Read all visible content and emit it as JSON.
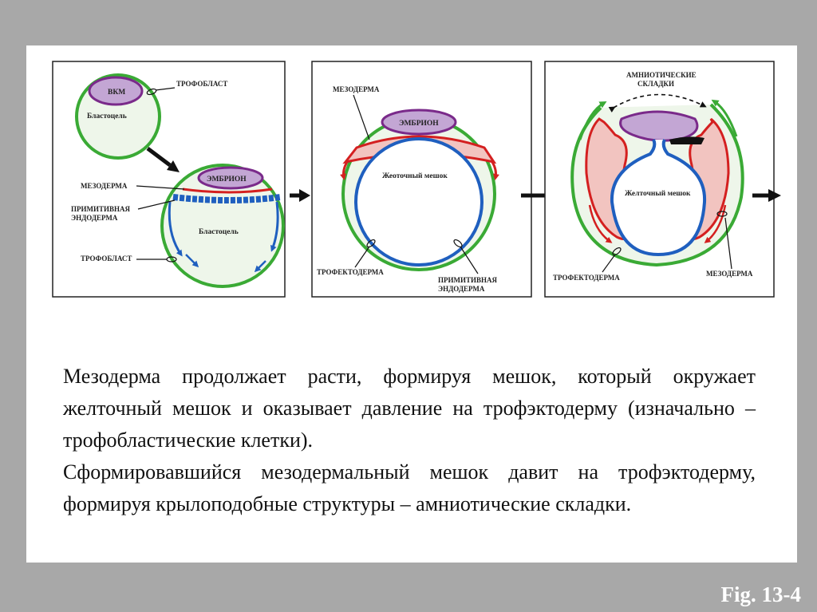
{
  "figure": {
    "panel1": {
      "icm": "ВКМ",
      "blastocoel_top": "Бластоцель",
      "trophoblast_top": "ТРОФОБЛАСТ",
      "embryo": "ЭМБРИОН",
      "mesoderm": "МЕЗОДЕРМА",
      "primitive_endoderm_1": "ПРИМИТИВНАЯ",
      "primitive_endoderm_2": "ЭНДОДЕРМА",
      "blastocoel_bottom": "Бластоцель",
      "trophoblast_bottom": "ТРОФОБЛАСТ"
    },
    "panel2": {
      "mesoderm": "МЕЗОДЕРМА",
      "embryo": "ЭМБРИОН",
      "yolk_sac": "Жеоточный мешок",
      "trophectoderm": "ТРОФЕКТОДЕРМА",
      "primitive_endoderm_1": "ПРИМИТИВНАЯ",
      "primitive_endoderm_2": "ЭНДОДЕРМА"
    },
    "panel3": {
      "amniotic_folds_1": "АМНИОТИЧЕСКИЕ",
      "amniotic_folds_2": "СКЛАДКИ",
      "yolk_sac": "Желточный мешок",
      "trophectoderm": "ТРОФЕКТОДЕРМА",
      "mesoderm": "МЕЗОДЕРМА"
    },
    "colors": {
      "trophoblast": "#3aaa35",
      "endoderm": "#1f5fbf",
      "mesoderm": "#d42020",
      "mesoderm_fill": "#f2c4c0",
      "embryo_fill": "#c3a6d4",
      "interior": "#eef6ea"
    }
  },
  "caption": {
    "paragraph1": "Мезодерма продолжает расти, формируя мешок, который окружает желточный мешок и оказывает давление на трофэктодерму (изначально –трофобластические клетки).",
    "paragraph2": "Сформировавшийся мезодермальный мешок давит на трофэктодерму, формируя крылоподобные структуры – амниотические складки."
  },
  "fig_label": "Fig. 13-4"
}
